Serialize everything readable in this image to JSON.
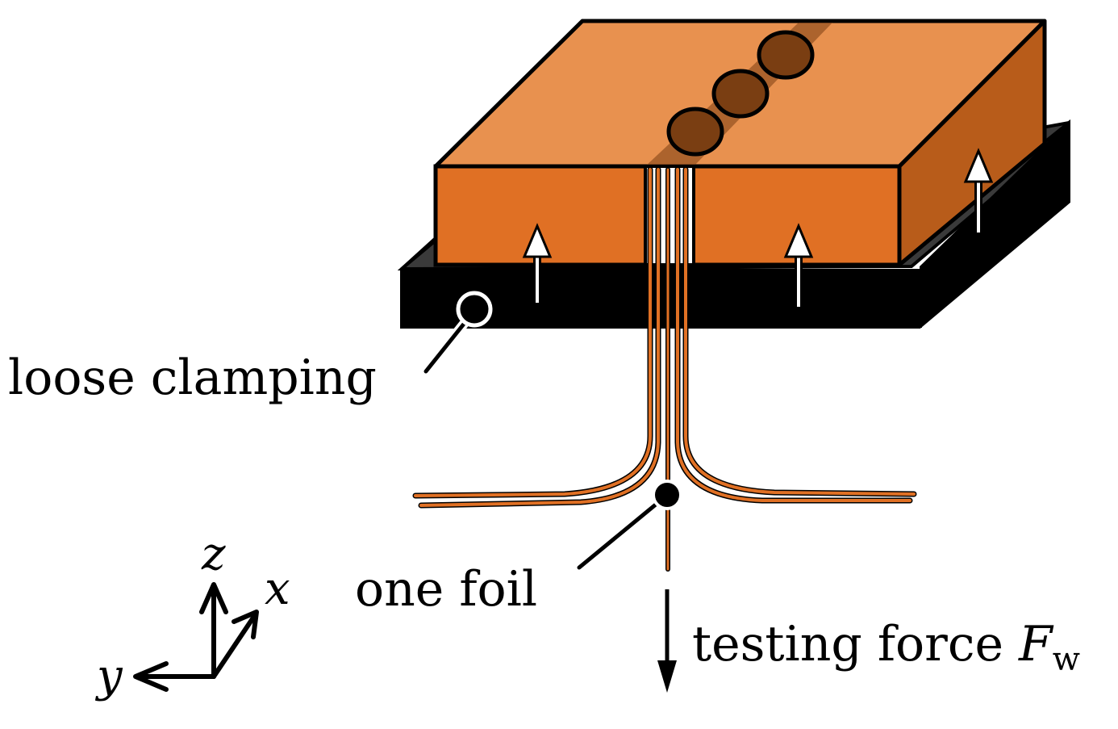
{
  "labels": {
    "loose_clamping": "loose clamping",
    "one_foil": "one foil",
    "testing_force": "testing force",
    "force_symbol": "F",
    "force_subscript": "w"
  },
  "axes": {
    "z": "z",
    "x": "x",
    "y": "y"
  },
  "colors": {
    "block_top": "#E8914F",
    "block_front": "#E07024",
    "block_side": "#B85C1A",
    "base_plate": "#000000",
    "base_rim": "#3a3a3a",
    "weld_spot": "#7A3E12",
    "foil": "#E07024",
    "arrow_fill": "#ffffff"
  }
}
